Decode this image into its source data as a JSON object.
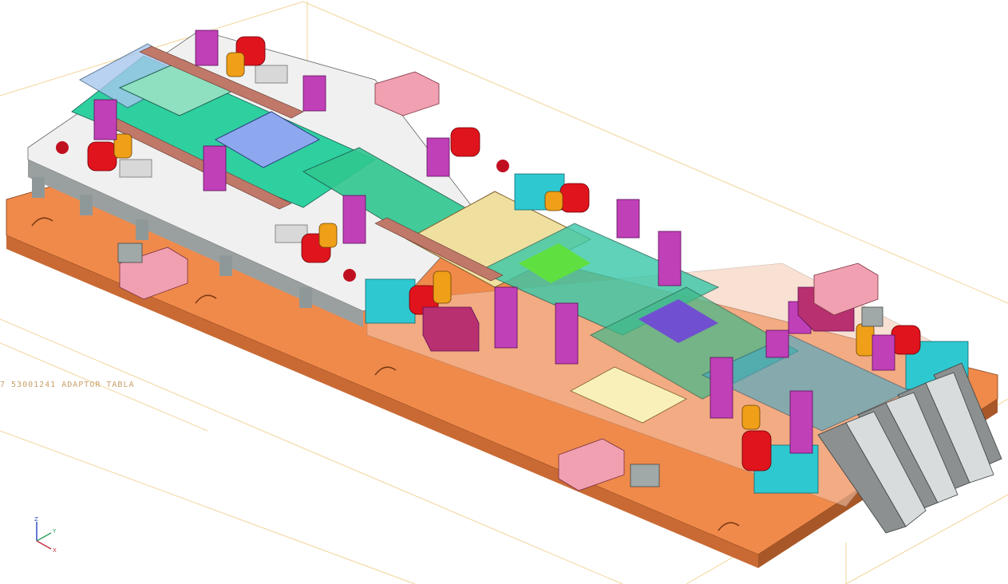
{
  "annotation": {
    "text": "7 53001241 ADAPTOR TABLA",
    "color": "#c8a06a"
  },
  "triad": {
    "labels": {
      "z": "Z",
      "y": "Y",
      "x": "X"
    },
    "colors": {
      "z": "#3050c0",
      "y": "#30a060",
      "x": "#c03040"
    }
  },
  "colors": {
    "base_plate": "#f08a4b",
    "base_plate_side": "#c96a34",
    "die_shoe": "#ececec",
    "spacer": "#8f9898",
    "guide_pillar": "#c040b8",
    "red_bushing": "#e0141c",
    "yellow_bushing": "#f0a018",
    "cyan_block": "#2ec8d0",
    "green_plate": "#2ed0a0",
    "blue_plate": "#8ea8f0",
    "brown_strip": "#c07868",
    "pink_lug": "#f0a0b0",
    "chute": "#8c9090",
    "bbox_line": "#f0d090"
  }
}
